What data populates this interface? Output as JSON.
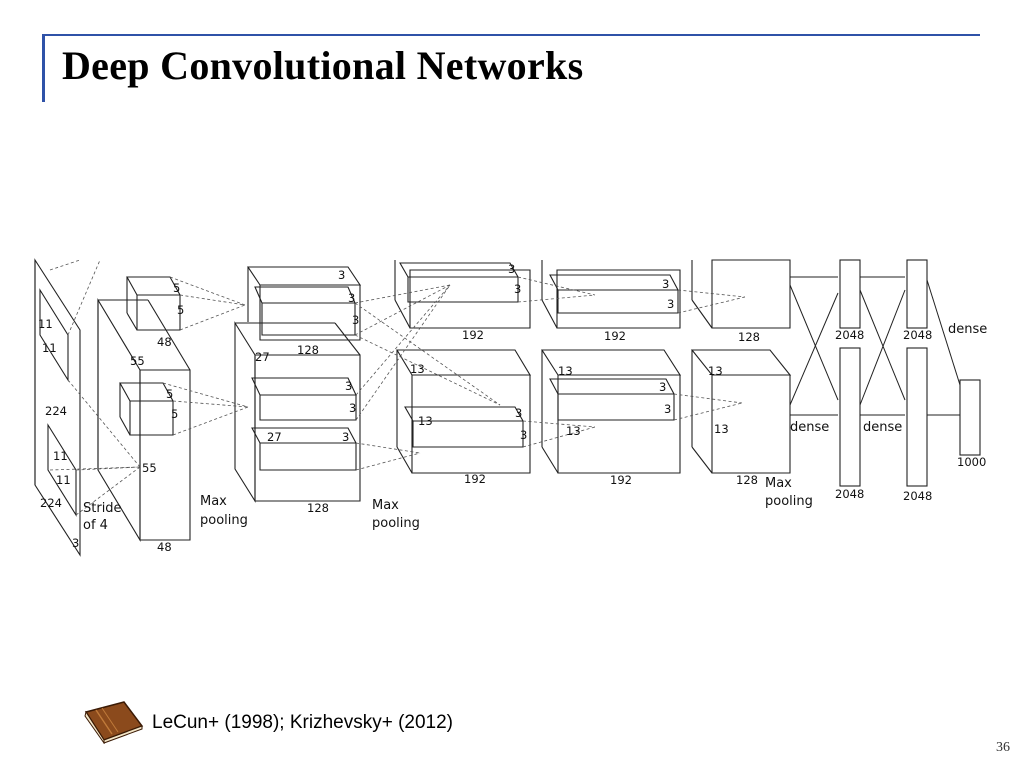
{
  "slide": {
    "title": "Deep Convolutional Networks",
    "citation": "LeCun+ (1998); Krizhevsky+ (2012)",
    "page_number": "36"
  },
  "icons": {
    "book": "book-icon"
  },
  "colors": {
    "accent": "#2f52a8",
    "diagram_line": "#222222",
    "book_cover": "#8b4a1c"
  },
  "diagram": {
    "input": {
      "size_a": "224",
      "size_b": "224",
      "depth": "3",
      "kernel_a": "11",
      "kernel_b": "11",
      "kernel_c": "11",
      "kernel_d": "11",
      "stride_line1": "Stride",
      "stride_line2": "of 4"
    },
    "conv1": {
      "size": "55",
      "size_b": "55",
      "depth_top": "48",
      "depth_bottom": "48",
      "k_top_a": "5",
      "k_top_b": "5",
      "k_bot_a": "5",
      "k_bot_b": "5"
    },
    "pool1": {
      "line1": "Max",
      "line2": "pooling"
    },
    "conv2": {
      "size": "27",
      "size_b": "27",
      "depth_top": "128",
      "depth_bottom": "128",
      "k_a": "3",
      "k_b": "3",
      "k_c": "3",
      "k_d": "3",
      "k_e": "3",
      "k_f": "3"
    },
    "pool2": {
      "line1": "Max",
      "line2": "pooling"
    },
    "conv3": {
      "size_a": "13",
      "size_b": "13",
      "size_c": "13",
      "depth_top": "192",
      "depth_bottom": "192",
      "k_a": "3",
      "k_b": "3",
      "k_c": "3",
      "k_d": "3"
    },
    "conv4": {
      "size_a": "13",
      "depth_top": "192",
      "depth_bottom": "192",
      "k_a": "3",
      "k_b": "3",
      "k_c": "3",
      "k_d": "3"
    },
    "conv5": {
      "size_a": "13",
      "size_b": "13",
      "depth_top": "128",
      "depth_bottom": "128"
    },
    "pool3": {
      "line1": "Max",
      "line2": "pooling"
    },
    "fc": {
      "dense_a": "dense",
      "dense_b": "dense",
      "dense_c": "dense",
      "units_a": "2048",
      "units_b": "2048",
      "units_c": "2048",
      "units_d": "2048",
      "output": "1000"
    }
  }
}
